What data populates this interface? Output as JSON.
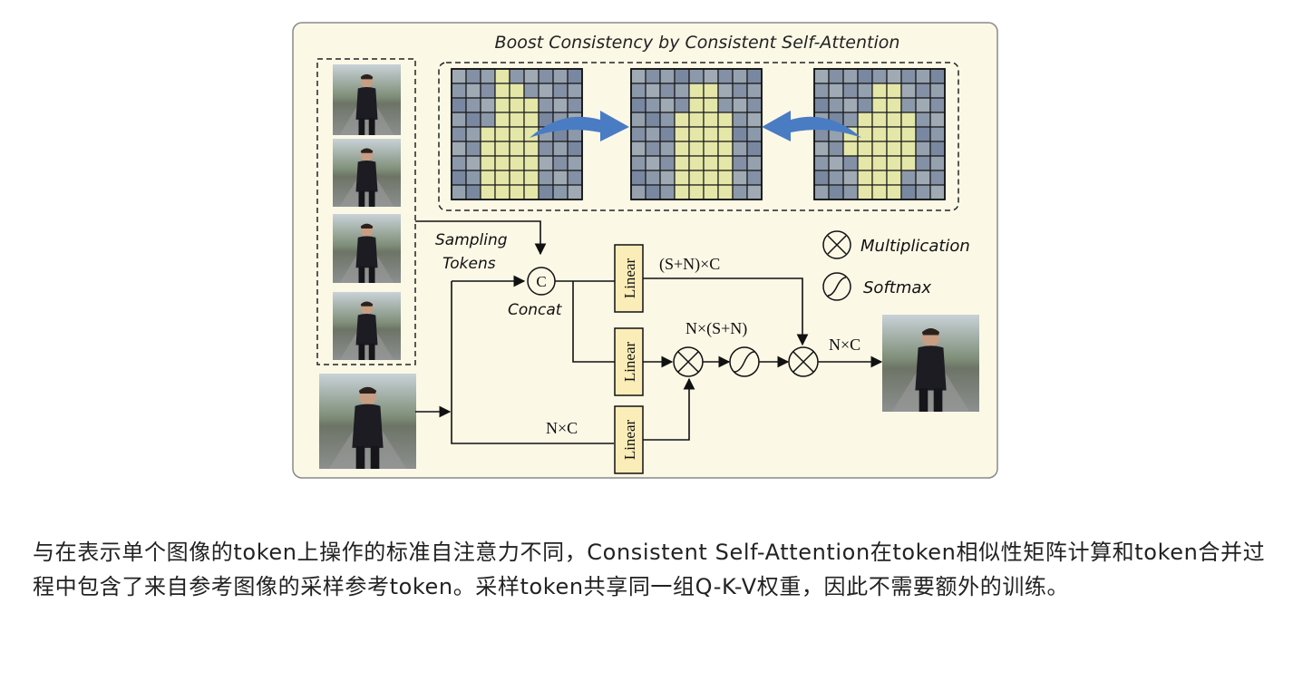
{
  "figure": {
    "title": "Boost Consistency by Consistent Self-Attention",
    "labels": {
      "sampling_tokens_line1": "Sampling",
      "sampling_tokens_line2": "Tokens",
      "concat_symbol": "C",
      "concat": "Concat",
      "linear": "Linear",
      "dim_sn_c": "(S+N)×C",
      "dim_n_sn": "N×(S+N)",
      "dim_n_c_out": "N×C",
      "dim_n_c_value": "N×C"
    },
    "legend": [
      {
        "icon": "multiplication-icon",
        "label": "Multiplication"
      },
      {
        "icon": "softmax-icon",
        "label": "Softmax"
      }
    ],
    "colors": {
      "panel_bg": "#fbf8e6",
      "linear_box": "#fbedb8",
      "arrow_blue": "#4a7cc4",
      "highlight_patch": "#e3e6a4",
      "grid_patch": "#6f7f9a"
    }
  },
  "caption": "与在表示单个图像的token上操作的标准自注意力不同，Consistent Self-Attention在token相似性矩阵计算和token合并过程中包含了来自参考图像的采样参考token。采样token共享同一组Q-K-V权重，因此不需要额外的训练。"
}
